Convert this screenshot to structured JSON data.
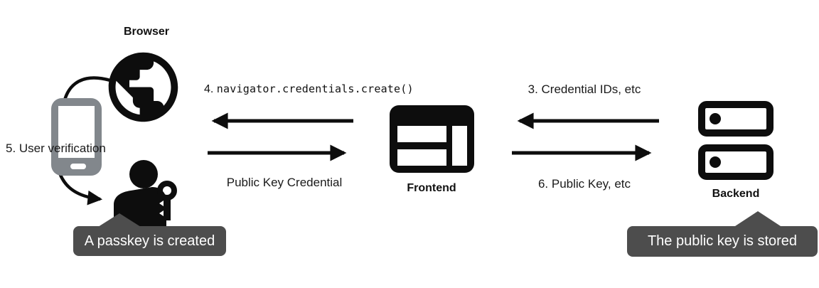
{
  "nodes": {
    "browser": {
      "label": "Browser"
    },
    "frontend": {
      "label": "Frontend"
    },
    "backend": {
      "label": "Backend"
    }
  },
  "messages": {
    "step3": "3. Credential IDs, etc",
    "step4_prefix": "4.",
    "step4_code": "navigator.credentials.create()",
    "step5": "5. User verification",
    "step6": "6. Public Key, etc",
    "public_key_credential": "Public Key Credential"
  },
  "callouts": {
    "passkey_created": "A passkey is created",
    "public_key_stored": "The public key is stored"
  },
  "icons": {
    "browser": "globe-icon",
    "authenticator": "smartphone-icon",
    "user": "person-with-key-icon",
    "frontend": "browser-window-icon",
    "backend": "server-stack-icon"
  },
  "colors": {
    "ink": "#0d0d0d",
    "phone_gray": "#82878c",
    "callout_bg": "#4d4d4d",
    "callout_text": "#ffffff",
    "background": "#ffffff"
  }
}
